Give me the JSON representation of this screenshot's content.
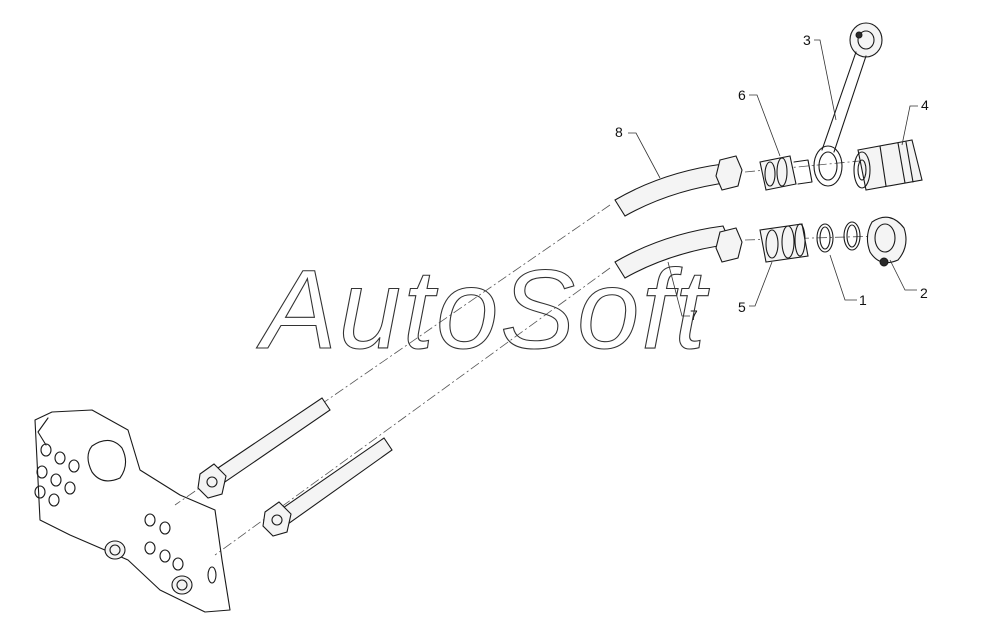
{
  "watermark": "AutoSoft",
  "callouts": [
    {
      "id": "1",
      "text": "1"
    },
    {
      "id": "2",
      "text": "2"
    },
    {
      "id": "3",
      "text": "3"
    },
    {
      "id": "4",
      "text": "4"
    },
    {
      "id": "5",
      "text": "5"
    },
    {
      "id": "6",
      "text": "6"
    },
    {
      "id": "7",
      "text": "7"
    },
    {
      "id": "8",
      "text": "8"
    }
  ]
}
